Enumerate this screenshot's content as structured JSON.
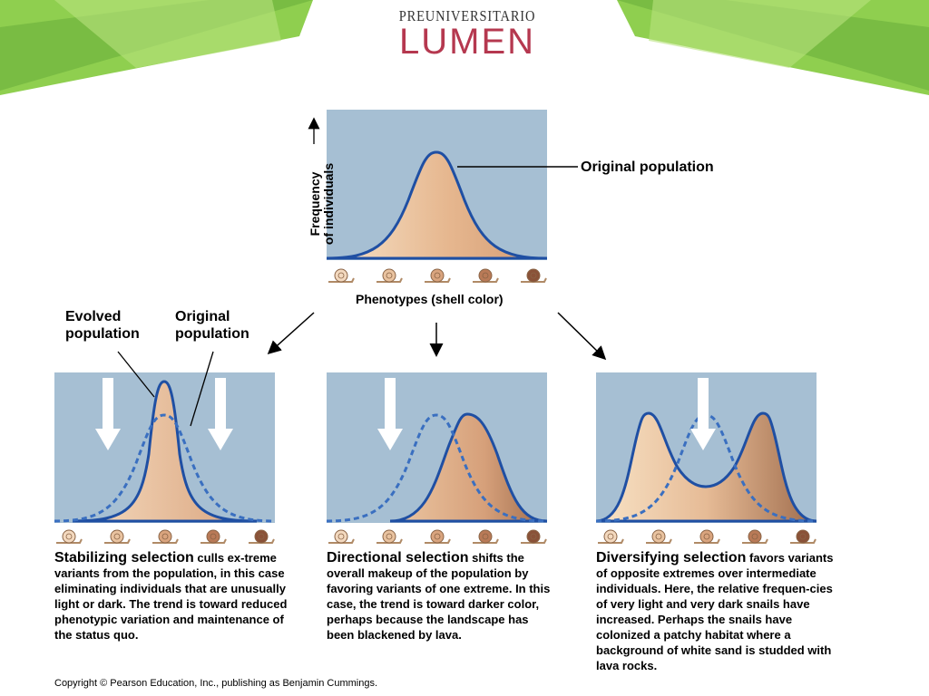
{
  "logo": {
    "small": "PREUNIVERSITARIO",
    "big": "LUMEN",
    "color": "#b5384f"
  },
  "colors": {
    "panel_bg": "#a6bfd3",
    "curve": "#1f4fa3",
    "green_light": "#8fcf4f",
    "green_dark": "#5a9f2f"
  },
  "top": {
    "y_axis_label": [
      "Frequency",
      "of individuals"
    ],
    "callout": "Original population",
    "x_axis_label": "Phenotypes (shell color)"
  },
  "stabilizing": {
    "label_evolved": "Evolved population",
    "label_original": "Original population",
    "caption_title": "Stabilizing selection",
    "caption_body": " culls ex-treme variants from the population, in this case eliminating individuals that are unusually light or dark. The trend is toward reduced phenotypic variation and maintenance of the status quo."
  },
  "directional": {
    "caption_title": "Directional selection",
    "caption_body": " shifts the overall makeup of the population by favoring variants of one extreme. In this case, the trend is toward darker color, perhaps because the landscape has been blackened by lava."
  },
  "diversifying": {
    "caption_title": "Diversifying selection",
    "caption_body": " favors variants of opposite extremes over intermediate individuals. Here, the relative frequen-cies of very light and very dark snails have increased. Perhaps the snails have colonized a patchy habitat where a background of white sand is studded with lava rocks."
  },
  "copyright": "Copyright © Pearson Education, Inc., publishing as Benjamin Cummings."
}
